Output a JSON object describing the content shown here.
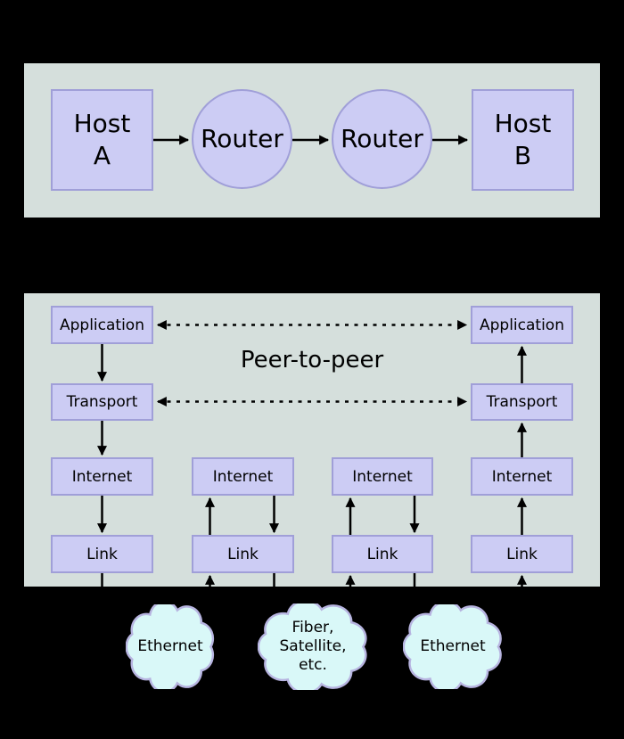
{
  "top_panel": {
    "host_a_label": "Host\nA",
    "router1_label": "Router",
    "router2_label": "Router",
    "host_b_label": "Host\nB"
  },
  "stack_panel": {
    "peer_to_peer_label": "Peer-to-peer",
    "host_a_stack": {
      "application": "Application",
      "transport": "Transport",
      "internet": "Internet",
      "link": "Link"
    },
    "router1_stack": {
      "internet": "Internet",
      "link": "Link"
    },
    "router2_stack": {
      "internet": "Internet",
      "link": "Link"
    },
    "host_b_stack": {
      "application": "Application",
      "transport": "Transport",
      "internet": "Internet",
      "link": "Link"
    }
  },
  "clouds": {
    "cloud1_label": "Ethernet",
    "cloud2_label": "Fiber,\nSatellite,\netc.",
    "cloud3_label": "Ethernet"
  },
  "colors": {
    "background": "#000000",
    "panel": "#d5dfdc",
    "node_fill": "#ccccf4",
    "node_border": "#a09fd8",
    "cloud_fill": "#d9f8f8",
    "cloud_border": "#b7b4e0",
    "arrow": "#000000",
    "text": "#000000"
  }
}
